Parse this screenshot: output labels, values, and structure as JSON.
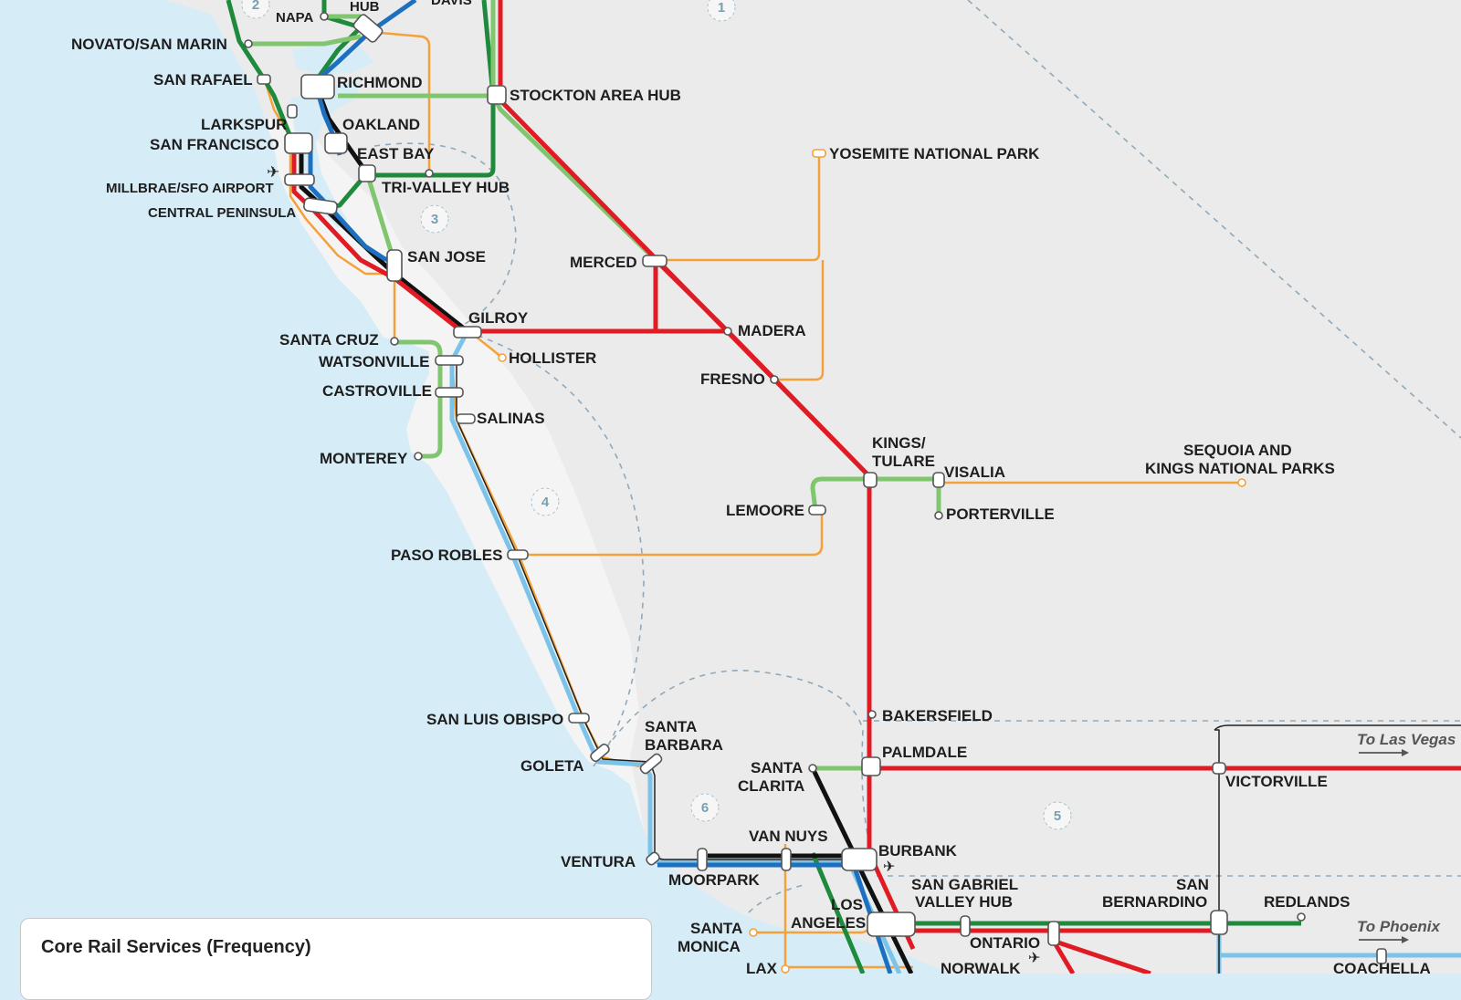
{
  "colors": {
    "ocean": "#d6ecf7",
    "land": "#ebebeb",
    "coast_strip": "#f6f6f6",
    "red": "#e01b24",
    "dark_green": "#1f8a3b",
    "light_green": "#7fc66e",
    "black": "#111111",
    "blue": "#1d6fbf",
    "light_blue": "#7cc3ea",
    "orange": "#f5a13a",
    "gray": "#555555"
  },
  "region_numbers": [
    "1",
    "2",
    "3",
    "4",
    "5",
    "6"
  ],
  "airport_icon": "airplane-icon",
  "arrow_icon": "arrow-right-icon",
  "stations": {
    "hub": "HUB",
    "davis": "DAVIS",
    "napa": "NAPA",
    "novato": "NOVATO/SAN MARIN",
    "san_rafael": "SAN RAFAEL",
    "richmond": "RICHMOND",
    "stockton": "STOCKTON AREA HUB",
    "larkspur": "LARKSPUR",
    "oakland": "OAKLAND",
    "san_francisco": "SAN FRANCISCO",
    "east_bay": "EAST BAY",
    "millbrae": "MILLBRAE/SFO AIRPORT",
    "tri_valley": "TRI-VALLEY HUB",
    "central_peninsula": "CENTRAL PENINSULA",
    "yosemite": "YOSEMITE NATIONAL PARK",
    "san_jose": "SAN JOSE",
    "merced": "MERCED",
    "gilroy": "GILROY",
    "madera": "MADERA",
    "santa_cruz": "SANTA CRUZ",
    "watsonville": "WATSONVILLE",
    "hollister": "HOLLISTER",
    "fresno": "FRESNO",
    "castroville": "CASTROVILLE",
    "salinas": "SALINAS",
    "kings_tulare_1": "KINGS/",
    "kings_tulare_2": "TULARE",
    "sequoia_1": "SEQUOIA AND",
    "sequoia_2": "KINGS NATIONAL PARKS",
    "monterey": "MONTEREY",
    "visalia": "VISALIA",
    "lemoore": "LEMOORE",
    "porterville": "PORTERVILLE",
    "paso_robles": "PASO ROBLES",
    "bakersfield": "BAKERSFIELD",
    "san_luis_obispo": "SAN LUIS OBISPO",
    "santa_barbara_1": "SANTA",
    "santa_barbara_2": "BARBARA",
    "goleta": "GOLETA",
    "palmdale": "PALMDALE",
    "santa_clarita_1": "SANTA",
    "santa_clarita_2": "CLARITA",
    "victorville": "VICTORVILLE",
    "ventura": "VENTURA",
    "van_nuys": "VAN NUYS",
    "burbank": "BURBANK",
    "moorpark": "MOORPARK",
    "sgv_1": "SAN GABRIEL",
    "sgv_2": "VALLEY HUB",
    "san_bernardino_1": "SAN",
    "san_bernardino_2": "BERNARDINO",
    "redlands": "REDLANDS",
    "los_angeles_1": "LOS",
    "los_angeles_2": "ANGELES",
    "santa_monica_1": "SANTA",
    "santa_monica_2": "MONICA",
    "ontario": "ONTARIO",
    "lax": "LAX",
    "norwalk": "NORWALK",
    "coachella": "COACHELLA"
  },
  "destinations": {
    "las_vegas": "To Las Vegas",
    "phoenix": "To Phoenix"
  },
  "legend": {
    "title": "Core Rail Services (Frequency)"
  }
}
